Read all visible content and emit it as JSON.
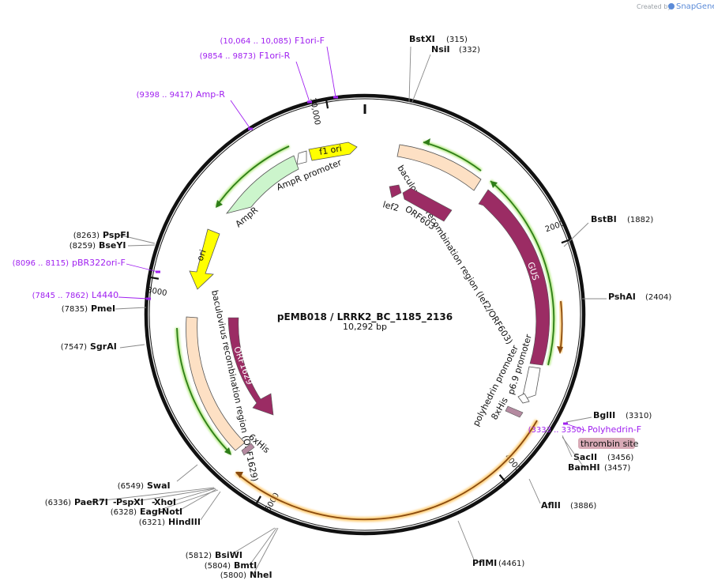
{
  "credit": {
    "prefix": "Created by",
    "brand": "SnapGene"
  },
  "plasmid": {
    "name": "pEMB018 / LRRK2_BC_1185_2136",
    "size_label": "10,292 bp",
    "length": 10292
  },
  "ticks": [
    {
      "pos": 2000,
      "label": "2000"
    },
    {
      "pos": 4000,
      "label": "4000"
    },
    {
      "pos": 6000,
      "label": "6000"
    },
    {
      "pos": 8000,
      "label": "8000"
    },
    {
      "pos": 10000,
      "label": "10,000"
    }
  ],
  "sites": [
    {
      "name": "BstXI",
      "pos_label": "(315)"
    },
    {
      "name": "NsiI",
      "pos_label": "(332)"
    },
    {
      "name": "BstBI",
      "pos_label": "(1882)"
    },
    {
      "name": "PshAI",
      "pos_label": "(2404)"
    },
    {
      "name": "BglII",
      "pos_label": "(3310)"
    },
    {
      "name": "SacII",
      "pos_label": "(3456)"
    },
    {
      "name": "BamHI",
      "pos_label": "(3457)"
    },
    {
      "name": "AflII",
      "pos_label": "(3886)"
    },
    {
      "name": "PflMI",
      "pos_label": "(4461)"
    },
    {
      "name": "NheI",
      "pos_label": "(5800)"
    },
    {
      "name": "BmtI",
      "pos_label": "(5804)"
    },
    {
      "name": "BsiWI",
      "pos_label": "(5812)"
    },
    {
      "name": "HindIII",
      "pos_label": "(6321)"
    },
    {
      "name": "EagI",
      "pos_label": "(6328)"
    },
    {
      "name": "NotI",
      "pos_label": ""
    },
    {
      "name": "PaeR7I",
      "pos_label": "(6336)"
    },
    {
      "name": "PspXI",
      "pos_label": ""
    },
    {
      "name": "XhoI",
      "pos_label": ""
    },
    {
      "name": "SwaI",
      "pos_label": "(6549)"
    },
    {
      "name": "SgrAI",
      "pos_label": "(7547)"
    },
    {
      "name": "PmeI",
      "pos_label": "(7835)"
    },
    {
      "name": "BseYI",
      "pos_label": "(8259)"
    },
    {
      "name": "PspFI",
      "pos_label": "(8263)"
    }
  ],
  "primers": [
    {
      "name": "F1ori-F",
      "range": "(10,064 .. 10,085)"
    },
    {
      "name": "F1ori-R",
      "range": "(9854 .. 9873)"
    },
    {
      "name": "Amp-R",
      "range": "(9398 .. 9417)"
    },
    {
      "name": "pBR322ori-F",
      "range": "(8096 .. 8115)"
    },
    {
      "name": "L4440",
      "range": "(7845 .. 7862)"
    },
    {
      "name": "Polyhedrin-F",
      "range": "(3333 .. 3350)"
    }
  ],
  "features": {
    "f1_ori": "f1 ori",
    "ampr_promoter": "AmpR promoter",
    "ampr": "AmpR",
    "ori": "ori",
    "bac_rec_left": "baculovirus recombination region (ORF1629)",
    "orf1629": "ORF1629",
    "his6": "6xHis",
    "bac_rec_right": "baculovirus recombination region (lef2/ORF603)",
    "lef2": "lef2",
    "orf603": "ORF603",
    "gus": "GUS",
    "p69": "p6.9 promoter",
    "polyhedrin": "polyhedrin promoter",
    "his8": "8xHis",
    "thrombin": "thrombin site"
  },
  "colors": {
    "backbone": "#111111",
    "orf": "#9b2c64",
    "recomb": "#fde0c4",
    "ampr": "#ccf5cc",
    "ori": "#ffff00",
    "green_line": "#2e7d18",
    "green_glow": "#b6ea86",
    "orange_line": "#8a4b0f",
    "orange_glow": "#ffcf7a",
    "primer": "#a020f0",
    "thrombin": "#d8aab6"
  }
}
